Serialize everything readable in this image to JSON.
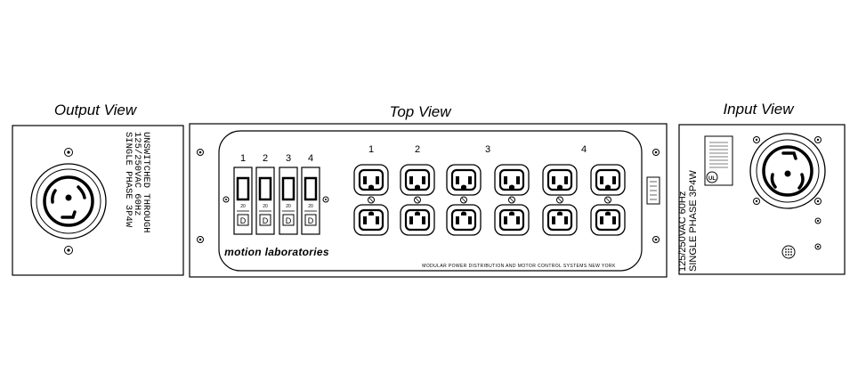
{
  "views": {
    "output": {
      "title": "Output View",
      "spec_lines": [
        "UNSWITCHED THROUGH",
        "125/250VAC 60Hz",
        "SINGLE PHASE 3P4W"
      ]
    },
    "top": {
      "title": "Top View",
      "breaker_numbers": [
        "1",
        "2",
        "3",
        "4"
      ],
      "breaker_rating": "20",
      "breaker_letter": "D",
      "outlet_group_numbers": [
        "1",
        "2",
        "3",
        "4"
      ],
      "brand": "motion laboratories",
      "tagline": "MODULAR POWER DISTRIBUTION AND MOTOR CONTROL SYSTEMS   NEW YORK"
    },
    "input": {
      "title": "Input View",
      "spec_lines": [
        "125/250VAC 60Hz",
        "SINGLE PHASE 3P4W"
      ],
      "listing_mark": "UL"
    }
  }
}
